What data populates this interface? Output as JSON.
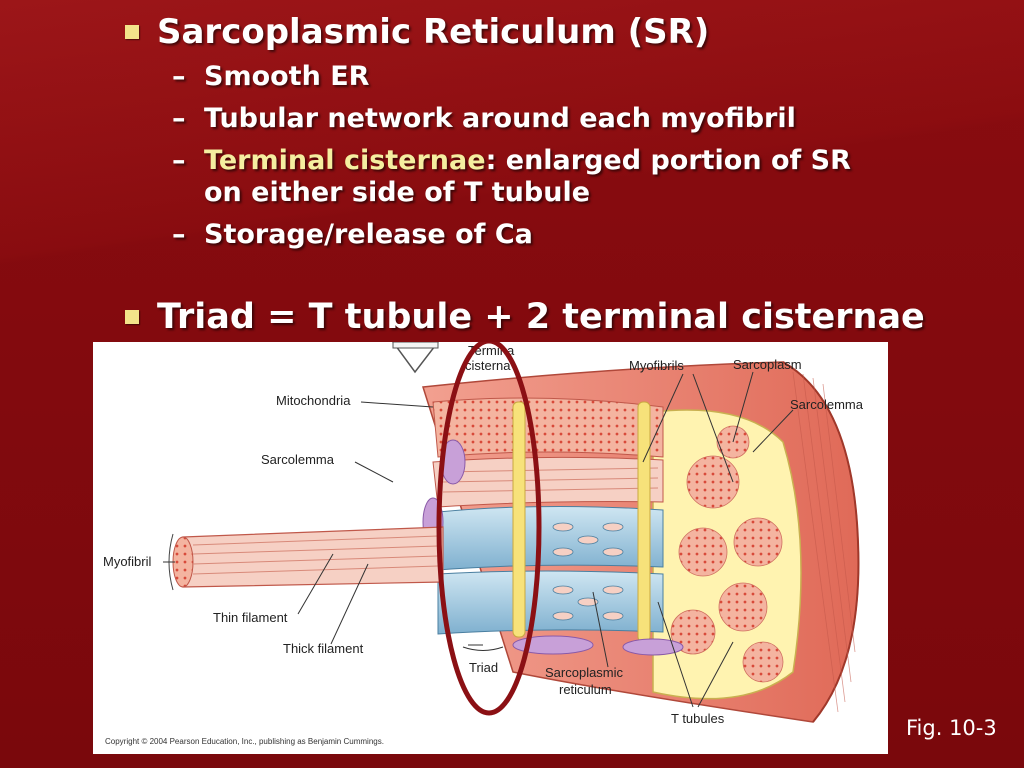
{
  "slide": {
    "bullet1": {
      "text": "Sarcoplasmic Reticulum (SR)",
      "subs": [
        {
          "dash": "–",
          "text": "Smooth ER"
        },
        {
          "dash": "–",
          "text": "Tubular network around each myofibril"
        },
        {
          "dash": "–",
          "highlight": "Terminal cisternae",
          "rest": ":  enlarged portion of SR",
          "line2": "on either side of T tubule"
        },
        {
          "dash": "–",
          "text": "Storage/release of Ca"
        }
      ]
    },
    "bullet2": {
      "text": "Triad = T tubule + 2 terminal cisternae"
    },
    "figure": {
      "labels": {
        "terminal_cisternae_1": "Termina",
        "terminal_cisternae_2": "cisterna",
        "myofibrils": "Myofibrils",
        "sarcoplasm": "Sarcoplasm",
        "sarcolemma_right": "Sarcolemma",
        "mitochondria": "Mitochondria",
        "sarcolemma_left": "Sarcolemma",
        "myofibril": "Myofibril",
        "thin_filament": "Thin filament",
        "thick_filament": "Thick filament",
        "triad": "Triad",
        "sarcoplasmic_reticulum_1": "Sarcoplasmic",
        "sarcoplasmic_reticulum_2": "reticulum",
        "t_tubules": "T tubules"
      },
      "copyright": "Copyright © 2004 Pearson Education, Inc., publishing as Benjamin Cummings."
    },
    "caption": "Fig. 10-3",
    "colors": {
      "background": "#7f0a0e",
      "bullet": "#f3e38a",
      "highlight": "#f5eea0",
      "ellipse": "#8b1014"
    }
  }
}
